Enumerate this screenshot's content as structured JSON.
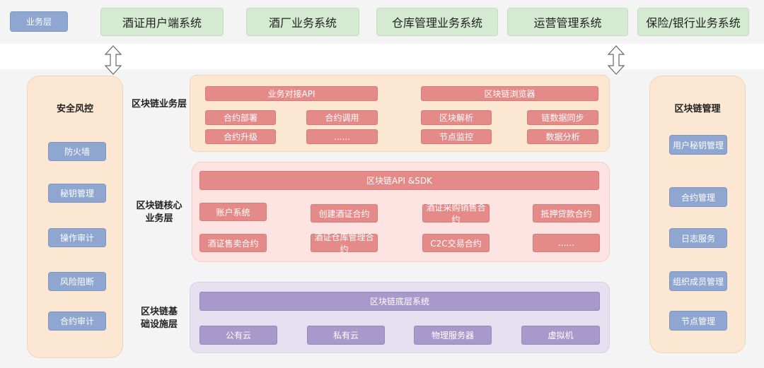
{
  "top": {
    "layer_tag": "业务层",
    "systems": [
      "酒证用户端系统",
      "酒厂业务系统",
      "仓库管理业务系统",
      "运营管理系统",
      "保险/银行业务系统"
    ]
  },
  "left_panel": {
    "title": "安全风控",
    "items": [
      "防火墙",
      "秘钥管理",
      "操作审计",
      "风险阻断",
      "合约审计"
    ]
  },
  "right_panel": {
    "title": "区块链管理",
    "items": [
      "用户秘钥管理",
      "合约管理",
      "日志服务",
      "组织成员管理",
      "节点管理"
    ]
  },
  "business_layer": {
    "label": "区块链业务层",
    "api_header": "业务对接API",
    "browser_header": "区块链浏览器",
    "api_items": [
      "合约部署",
      "合约调用",
      "合约升级",
      "......"
    ],
    "browser_items": [
      "区块解析",
      "链数据同步",
      "节点监控",
      "数据分析"
    ]
  },
  "core_layer": {
    "label_line1": "区块链核心",
    "label_line2": "业务层",
    "header": "区块链API &SDK",
    "items": [
      "账户系统",
      "创建酒证合约",
      "酒证采购销售合约",
      "抵押贷款合约",
      "酒证售卖合约",
      "酒证仓库管理合约",
      "C2C交易合约",
      "......"
    ]
  },
  "base_layer": {
    "label_line1": "区块链基",
    "label_line2": "础设施层",
    "header": "区块链底层系统",
    "items": [
      "公有云",
      "私有云",
      "物理服务器",
      "虚拟机"
    ]
  }
}
